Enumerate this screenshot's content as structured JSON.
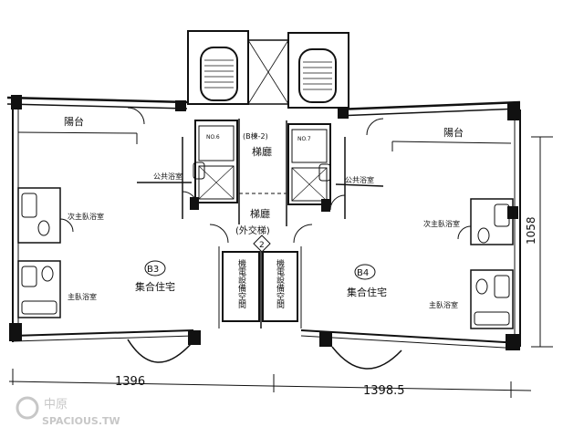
{
  "labels": {
    "balcony_left": "陽台",
    "balcony_right": "陽台",
    "elevator_lobby_top": "(B棟-2)",
    "elevator_lobby": "梯廳",
    "elevator_left_no": "NO.6",
    "elevator_right_no": "NO.7",
    "public_bath_left": "公共浴室",
    "public_bath_right": "公共浴室",
    "master_bath_left": "主臥浴室",
    "master_bath_right": "主臥浴室",
    "secondary_bath_left": "次主臥浴室",
    "secondary_bath_right": "次主臥浴室",
    "lobby_lower": "梯廳",
    "lobby_lower_sub": "(外交梯)",
    "lobby_marker": "2",
    "unit_left_id": "B3",
    "unit_left_type": "集合住宅",
    "unit_right_id": "B4",
    "unit_right_type": "集合住宅",
    "shaft_left": "機電設備空間",
    "shaft_right": "機電設備空間"
  },
  "dimensions": {
    "bottom_left": "1396",
    "bottom_right": "1398.5",
    "right_vertical": "1058"
  },
  "watermark": {
    "cn": "中原",
    "en": "SPACIOUS.TW"
  }
}
